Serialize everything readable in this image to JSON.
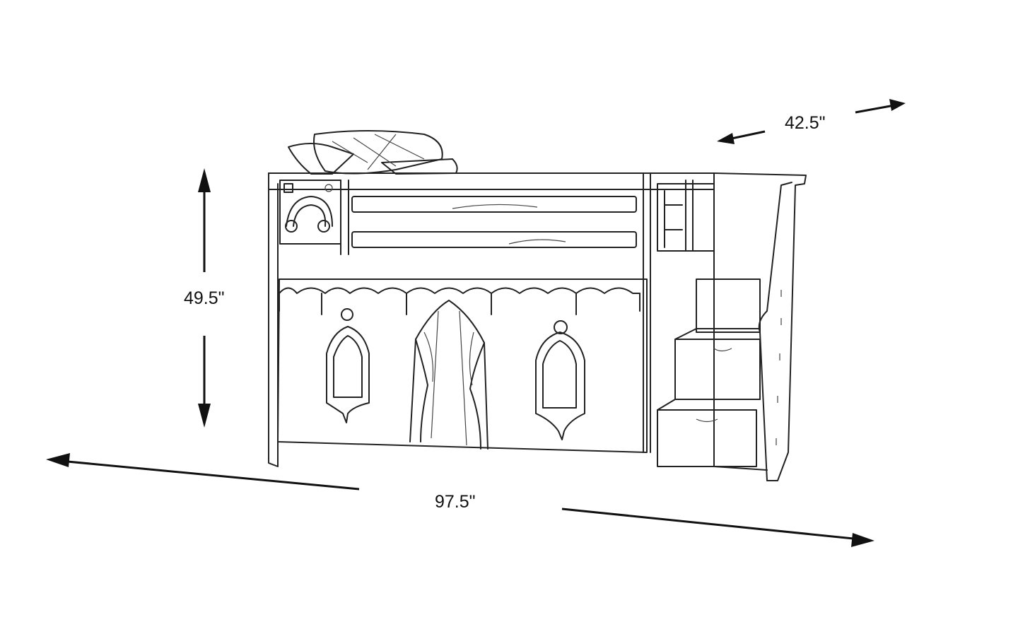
{
  "title": "Loft bed dimensions",
  "dimensions": {
    "depth": "42.5\"",
    "height": "49.5\"",
    "width": "97.5\""
  },
  "colors": {
    "line": "#222222",
    "background": "#ffffff"
  }
}
